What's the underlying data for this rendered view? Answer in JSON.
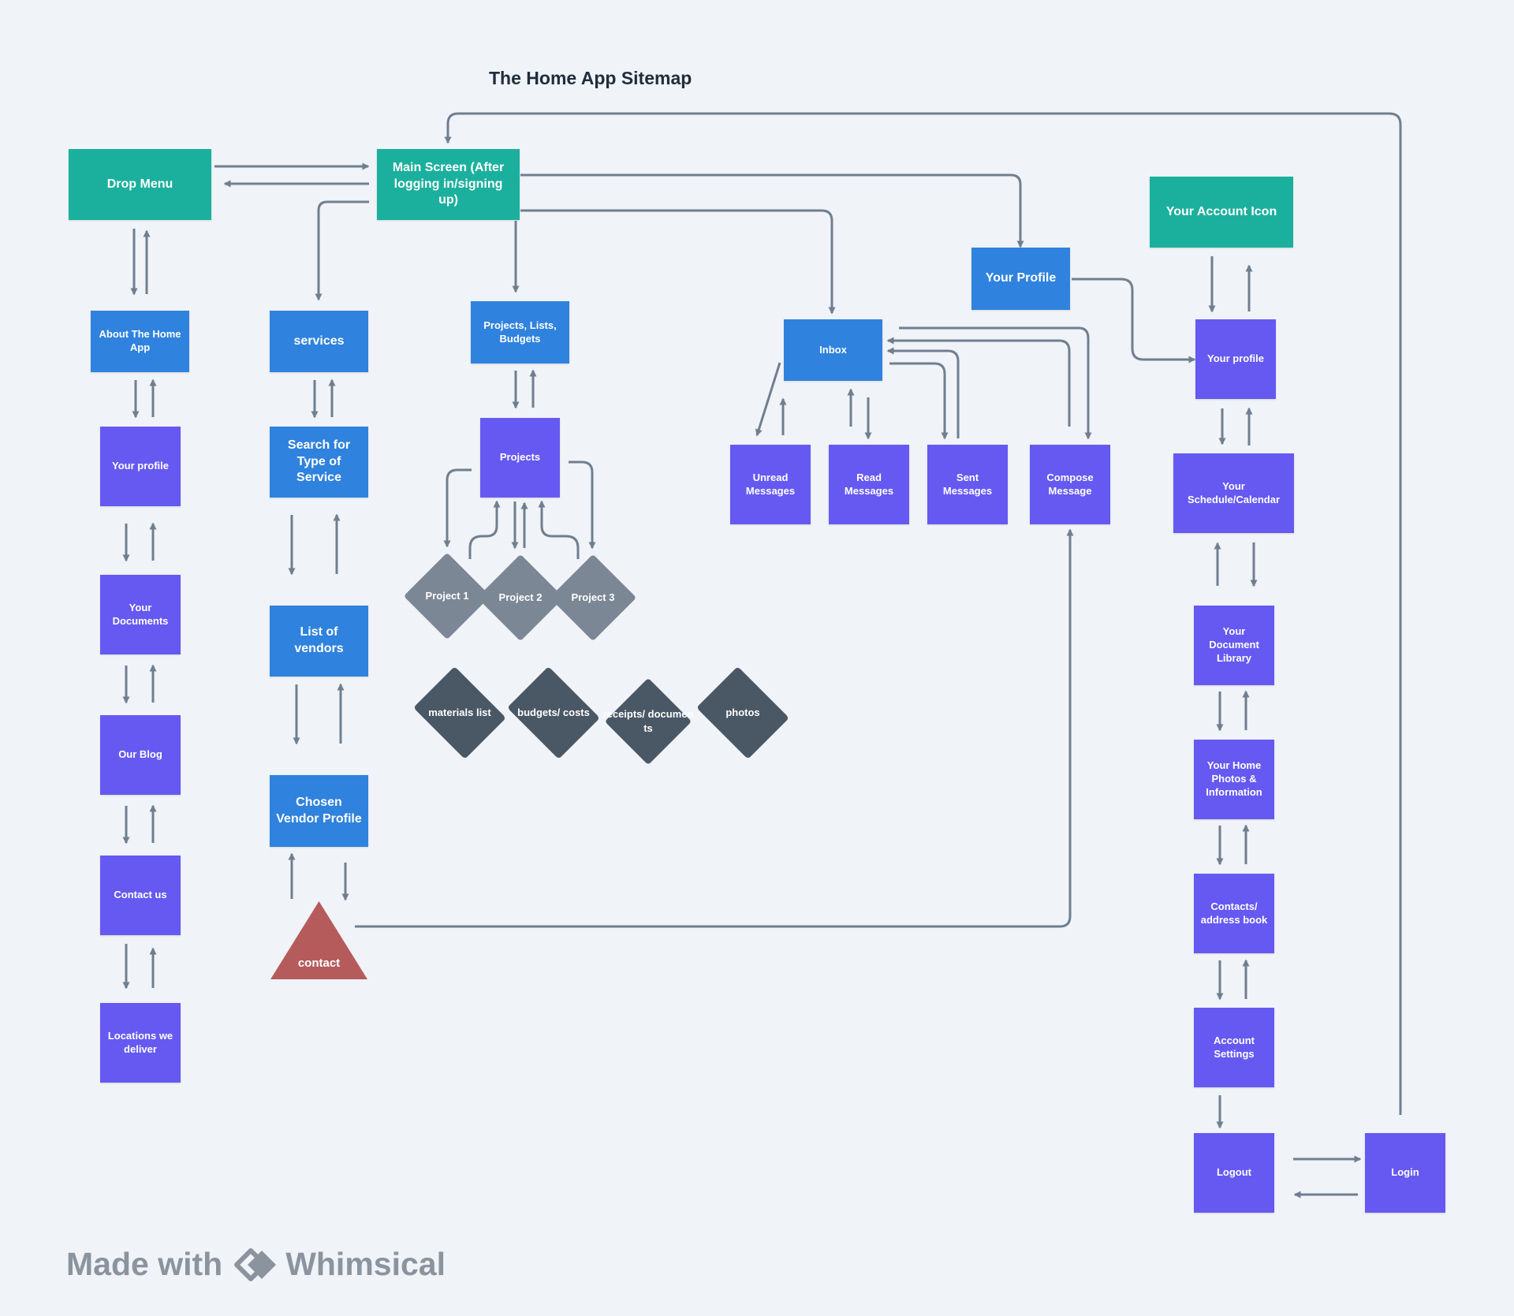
{
  "title": "The Home App Sitemap",
  "colors": {
    "teal": "#1bb09d",
    "blue": "#2f82dd",
    "purple": "#6659f2",
    "grey_diamond": "#7c8796",
    "dark_diamond": "#4a5765",
    "triangle": "#b65b5b",
    "connector": "#6f7f90"
  },
  "nodes": {
    "drop_menu": "Drop Menu",
    "main_screen": "Main Screen (After logging in/signing up)",
    "about": "About The Home App",
    "services": "services",
    "projects_lists": "Projects, Lists, Budgets",
    "inbox": "Inbox",
    "your_profile_top": "Your Profile",
    "account_icon": "Your Account Icon",
    "left_profile": "Your profile",
    "your_documents": "Your Documents",
    "our_blog": "Our Blog",
    "contact_us": "Contact us",
    "locations": "Locations we deliver",
    "search_service": "Search for Type of Service",
    "list_vendors": "List of vendors",
    "chosen_vendor": "Chosen Vendor Profile",
    "contact": "contact",
    "projects": "Projects",
    "project1": "Project 1",
    "project2": "Project 2",
    "project3": "Project 3",
    "materials": "materials list",
    "budgets": "budgets/ costs",
    "receipts": "receipts/ documen ts",
    "photos": "photos",
    "unread": "Unread Messages",
    "read": "Read Messages",
    "sent": "Sent Messages",
    "compose": "Compose Message",
    "right_profile": "Your profile",
    "schedule": "Your Schedule/Calendar",
    "doc_library": "Your Document Library",
    "home_photos": "Your Home Photos & Information",
    "contacts_book": "Contacts/ address book",
    "account_settings": "Account Settings",
    "logout": "Logout",
    "login": "Login"
  },
  "watermark": {
    "prefix": "Made with",
    "brand": "Whimsical"
  }
}
